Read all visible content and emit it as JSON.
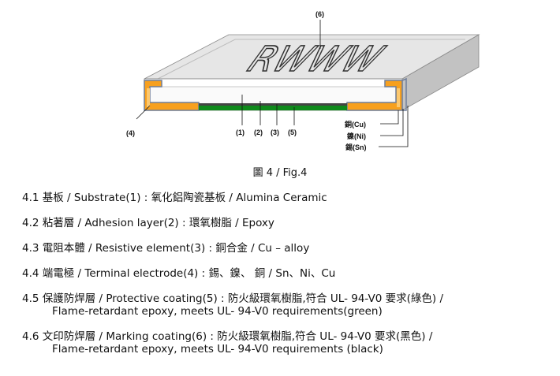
{
  "diagram": {
    "marking_text": "RWWW",
    "callouts": {
      "marking": "(6)",
      "terminal": "(4)",
      "substrate": "(1)",
      "adhesion": "(2)",
      "resistive": "(3)",
      "protective": "(5)"
    },
    "plating_layers": [
      "銅(Cu)",
      "鎳(Ni)",
      "錫(Sn)"
    ],
    "colors": {
      "top_surface": "#e6e6e6",
      "side_face": "#c2c2c2",
      "front_face": "#ffffff",
      "terminal": "#f7a01e",
      "terminal_light": "#fcc86f",
      "protective": "#0f8a1b",
      "plating_edge": "#6f7e99"
    }
  },
  "caption": "圖 4 / Fig.4",
  "items": [
    {
      "line1": "4.1 基板 / Substrate(1) : 氧化鋁陶瓷基板 / Alumina Ceramic",
      "line2": ""
    },
    {
      "line1": "4.2 粘著層 / Adhesion layer(2) : 環氧樹脂 / Epoxy",
      "line2": ""
    },
    {
      "line1": "4.3 電阻本體 / Resistive element(3) : 銅合金 / Cu – alloy",
      "line2": ""
    },
    {
      "line1": "4.4 端電極 / Terminal electrode(4) : 錫、鎳、 銅 / Sn、Ni、Cu",
      "line2": ""
    },
    {
      "line1": "4.5 保護防焊層 / Protective coating(5) : 防火級環氧樹脂,符合 UL- 94-V0 要求(綠色) /",
      "line2": "Flame-retardant epoxy, meets UL- 94-V0 requirements(green)"
    },
    {
      "line1": "4.6 文印防焊層 / Marking coating(6) : 防火級環氧樹脂,符合 UL- 94-V0 要求(黑色) /",
      "line2": "Flame-retardant epoxy, meets UL- 94-V0 requirements (black)"
    }
  ]
}
